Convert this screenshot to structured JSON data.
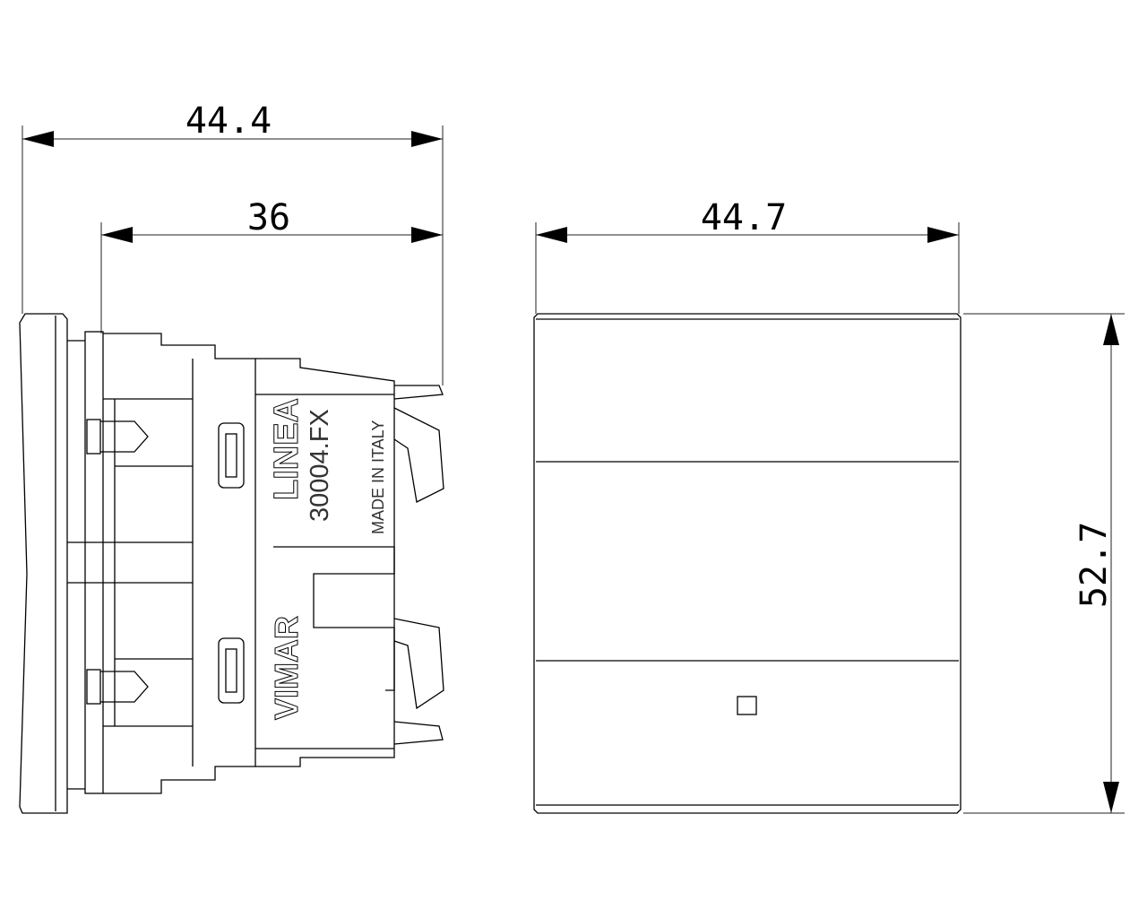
{
  "dimensions": {
    "overall_depth": "44.4",
    "body_depth": "36",
    "front_width": "44.7",
    "front_height": "52.7"
  },
  "markings": {
    "series": "LINEA",
    "part_number": "30004.FX",
    "origin": "MADE IN ITALY",
    "brand": "VIMAR"
  }
}
